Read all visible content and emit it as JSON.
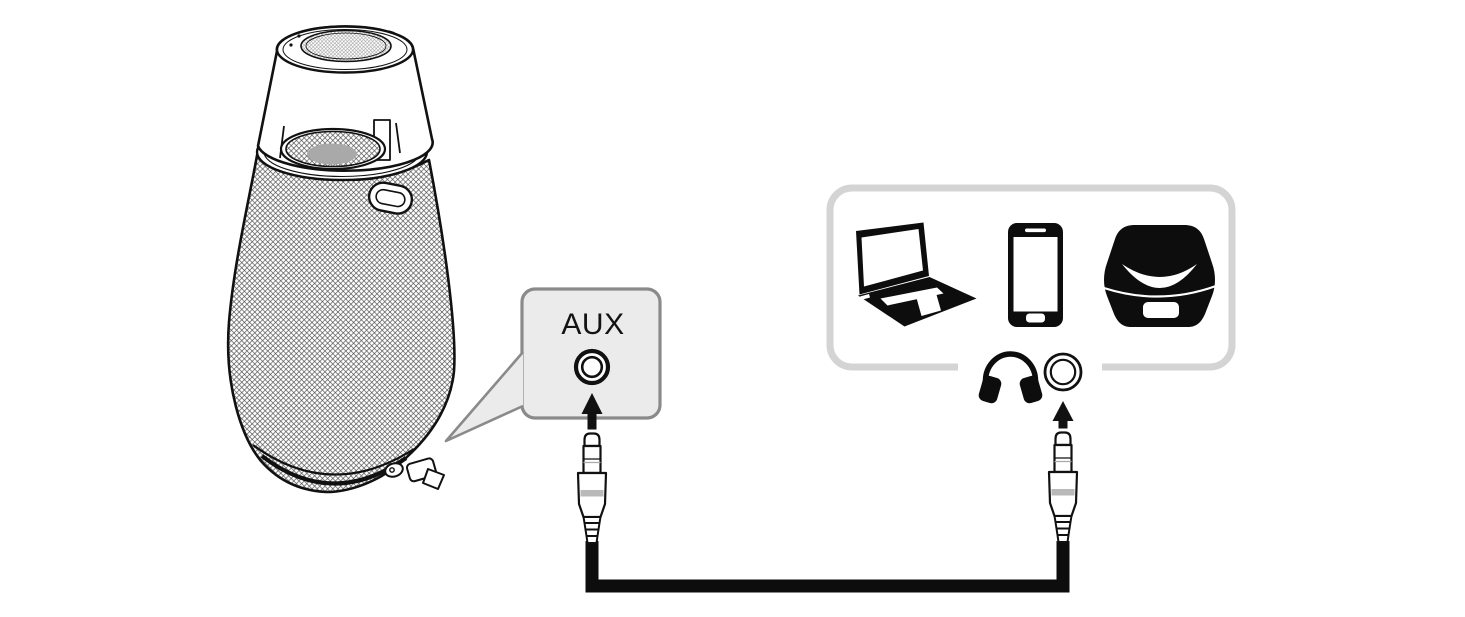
{
  "figure": {
    "kind": "aux-connection-diagram"
  },
  "colors": {
    "background": "#ffffff",
    "line_art": "#111111",
    "icon_black": "#0d0d0d",
    "callout_fill": "#ebebeb",
    "callout_border": "#8a8a8a",
    "devices_box_border": "#d4d4d4",
    "plug_band_gray": "#b9b9b9",
    "driver_shade_gray": "#a9a9a9"
  },
  "speaker": {
    "illustration": "portable-speaker-line-art",
    "parts": [
      "top-grille",
      "speaker-driver",
      "body-mesh",
      "carry-handle",
      "aux-port-flap",
      "base-ring"
    ]
  },
  "callout": {
    "label": "AUX",
    "port_icon": "aux-jack-port-icon",
    "arrow_icon": "up-arrow-icon",
    "plug_icon": "audio-plug-icon"
  },
  "devices_box": {
    "device_icons": [
      "laptop-icon",
      "smartphone-icon",
      "dock-speaker-icon"
    ],
    "output_icons": [
      "headphones-icon",
      "headphone-jack-port-icon",
      "up-arrow-icon",
      "audio-plug-icon"
    ]
  },
  "cable": {
    "icon": "aux-cable-icon",
    "plug_count": "2"
  }
}
